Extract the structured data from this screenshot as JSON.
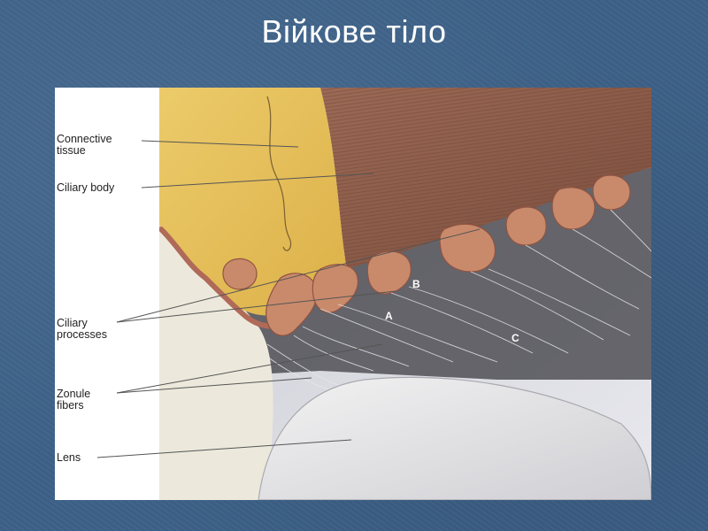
{
  "slide": {
    "title": "Війкове тіло"
  },
  "labels": {
    "connective_tissue": "Connective\ntissue",
    "ciliary_body": "Ciliary body",
    "ciliary_processes": "Ciliary\nprocesses",
    "zonule_fibers": "Zonule\nfibers",
    "lens": "Lens",
    "marker_a": "A",
    "marker_b": "B",
    "marker_c": "C"
  },
  "colors": {
    "background": "#3d6188",
    "title": "#ffffff",
    "connective_tissue": "#e8c25a",
    "ciliary_muscle": "#8a5a48",
    "ciliary_processes": "#c98a6c",
    "lens": "#dcdcdc",
    "fibers_region": "#5a5a5a"
  }
}
